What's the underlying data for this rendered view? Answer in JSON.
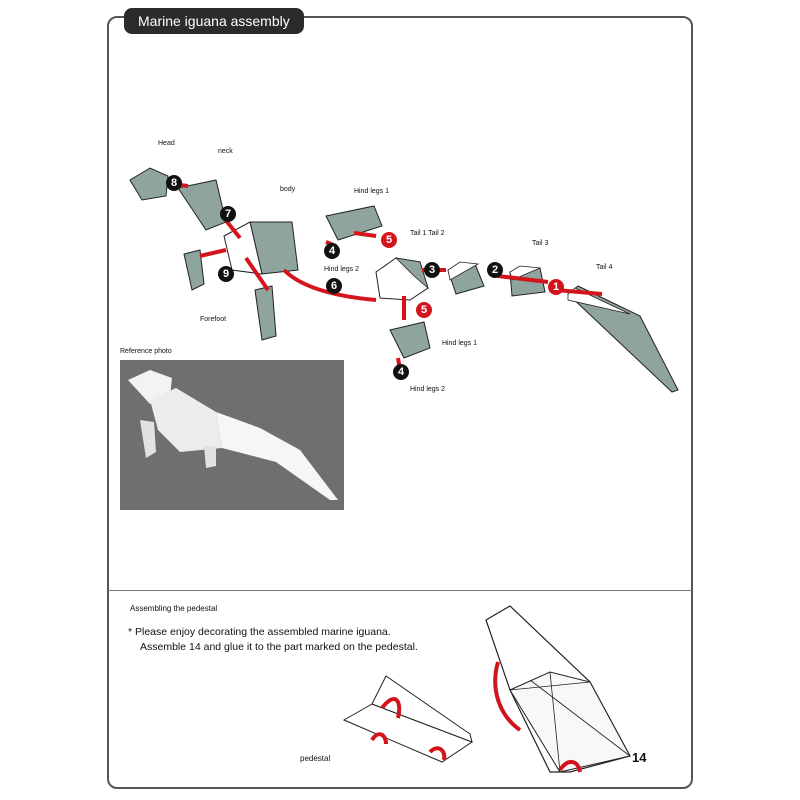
{
  "title": "Marine iguana assembly",
  "labels": {
    "head": "Head",
    "neck": "neck",
    "body": "body",
    "hind_legs_1_top": "Hind legs 1",
    "hind_legs_2_top": "Hind legs 2",
    "tail_1_tail_2": "Tail 1 Tail 2",
    "tail_3": "Tail 3",
    "tail_4": "Tail 4",
    "forefoot": "Forefoot",
    "hind_legs_1_bottom": "Hind legs 1",
    "hind_legs_2_bottom": "Hind legs 2"
  },
  "steps": {
    "s1": "1",
    "s2": "2",
    "s3": "3",
    "s4a": "4",
    "s4b": "4",
    "s5a": "5",
    "s5b": "5",
    "s6": "6",
    "s7": "7",
    "s8": "8",
    "s9": "9"
  },
  "reference_photo": "Reference photo",
  "pedestal_section": {
    "heading": "Assembling the pedestal",
    "note_line1": "* Please enjoy decorating the assembled marine iguana.",
    "note_line2": "Assemble 14 and glue it to the part marked on the pedestal.",
    "pedestal_label": "pedestal",
    "part_number": "14"
  },
  "colors": {
    "part_fill": "#8fa39f",
    "arrow_red": "#d4141c",
    "frame": "#555555"
  }
}
